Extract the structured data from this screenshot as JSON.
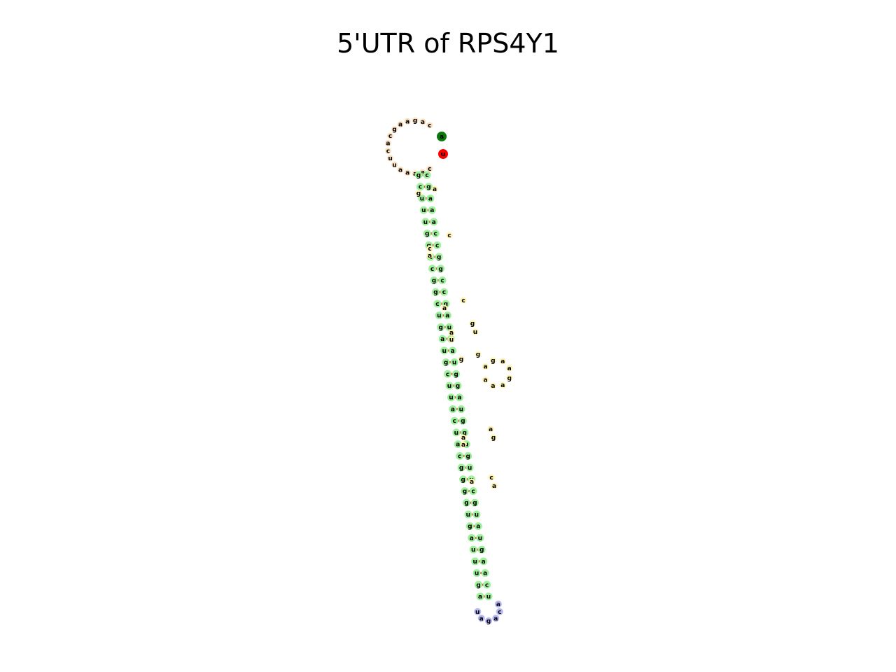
{
  "title": "5'UTR of RPS4Y1",
  "colors": {
    "stem": "#9ef09a",
    "interior_loop": "#fff3b0",
    "hairpin_loop": "#b7b7f2",
    "exterior_loop": "#fbe0c0",
    "pair_bond": "#ff3b3b",
    "five_prime_end": "#0a7a0a",
    "three_prime_end": "#ff0000"
  },
  "structure": {
    "five_prime_base": "a",
    "three_prime_base": "u",
    "exterior_loop": [
      "c",
      "a",
      "g",
      "a",
      "a",
      "g",
      "c",
      "a",
      "c",
      "u",
      "u",
      "a",
      "a",
      "a",
      "a",
      "c"
    ],
    "stem_pairs": [
      [
        "g",
        "c"
      ],
      [
        "c",
        "g"
      ],
      [
        "u",
        "a"
      ],
      [
        "u",
        "a"
      ],
      [
        "u",
        "a"
      ],
      [
        "g",
        "c"
      ],
      [
        "g",
        "c"
      ],
      [
        "c",
        "g"
      ],
      [
        "c",
        "g"
      ],
      [
        "g",
        "c"
      ],
      [
        "g",
        "c"
      ],
      [
        "c",
        "g"
      ],
      [
        "u",
        "a"
      ],
      [
        "g",
        "u"
      ],
      [
        "a",
        "u"
      ],
      [
        "u",
        "a"
      ],
      [
        "g",
        "u"
      ],
      [
        "c",
        "g"
      ],
      [
        "u",
        "g"
      ],
      [
        "u",
        "a"
      ],
      [
        "a",
        "u"
      ],
      [
        "c",
        "g"
      ],
      [
        "u",
        "g"
      ],
      [
        "a",
        "u"
      ],
      [
        "c",
        "g"
      ],
      [
        "g",
        "u"
      ],
      [
        "g",
        "u"
      ],
      [
        "g",
        "c"
      ],
      [
        "g",
        "g"
      ],
      [
        "u",
        "u"
      ],
      [
        "g",
        "a"
      ],
      [
        "a",
        "u"
      ],
      [
        "u",
        "g"
      ],
      [
        "u",
        "a"
      ],
      [
        "u",
        "a"
      ],
      [
        "g",
        "c"
      ],
      [
        "a",
        "u"
      ]
    ],
    "interior_loops_left": [
      "g",
      "c a",
      "a",
      "a u",
      "g",
      "a a",
      "a"
    ],
    "interior_loops_right": [
      "a",
      "c",
      "c",
      "g u",
      "g",
      "a g",
      "c a"
    ],
    "side_loop": [
      "a",
      "g",
      "a",
      "a",
      "g",
      "a",
      "a",
      "a"
    ],
    "hairpin_loop": [
      "a",
      "c",
      "a",
      "g",
      "a",
      "u"
    ]
  }
}
